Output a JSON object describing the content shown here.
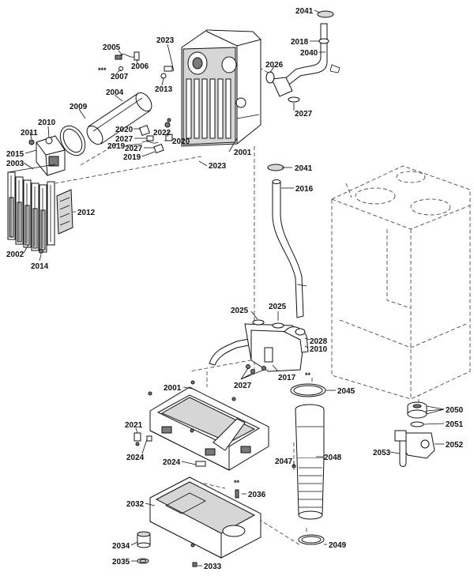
{
  "labels": {
    "l2041a": "2041",
    "l2018": "2018",
    "l2040": "2040",
    "l2026": "2026",
    "l2027a": "2027",
    "l2023a": "2023",
    "l2005": "2005",
    "l2007": "2007",
    "l2006": "2006",
    "l2013": "2013",
    "l2004": "2004",
    "l2009": "2009",
    "l2010": "2010",
    "l2011": "2011",
    "l2015": "2015",
    "l2003": "2003",
    "l2012": "2012",
    "l2002": "2002",
    "l2014": "2014",
    "l2020a": "2020",
    "l2027b": "2027",
    "l2019a": "2019",
    "l2022": "2022",
    "l2020b": "2020",
    "l2027c": "2027",
    "l2019b": "2019",
    "l2023b": "2023",
    "l2001a": "2001",
    "l2041b": "2041",
    "l2016": "2016",
    "l2025a": "2025",
    "l2025b": "2025",
    "l2028": "2028",
    "l2010b": "2010",
    "l2017": "2017",
    "l2027d": "2027",
    "l2045": "2045",
    "l2001b": "2001",
    "l2021": "2021",
    "l2024a": "2024",
    "l2024b": "2024",
    "l2050": "2050",
    "l2051": "2051",
    "l2052": "2052",
    "l2053": "2053",
    "l2047": "2047",
    "l2048": "2048",
    "l2036": "2036",
    "l2032": "2032",
    "l2034": "2034",
    "l2035": "2035",
    "l2033": "2033",
    "l2049": "2049"
  },
  "marks": {
    "stars_2005": "***",
    "stars_2045": "**",
    "stars_2036": "**"
  }
}
